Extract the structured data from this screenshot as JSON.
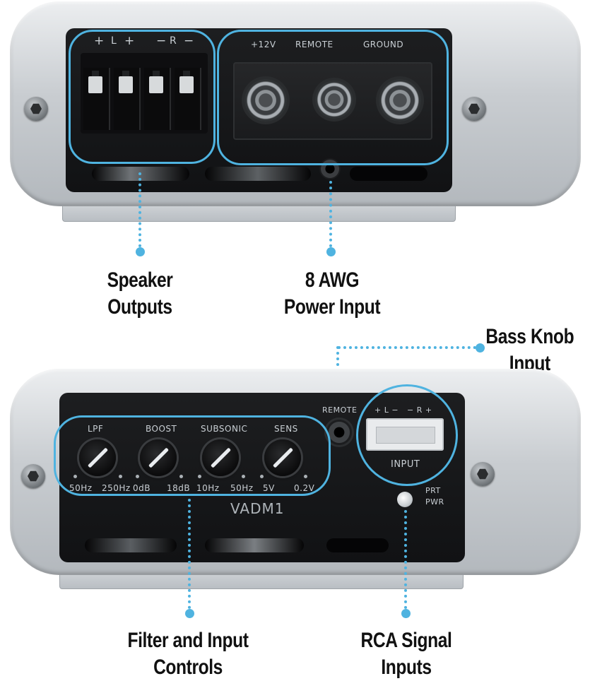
{
  "top_panel": {
    "speaker_terminals": {
      "pos_left": "+",
      "left": "L",
      "pos_left2": "+",
      "neg_right": "−",
      "right": "R",
      "neg_right2": "−"
    },
    "power_labels": {
      "v12": "+12V",
      "remote": "REMOTE",
      "ground": "GROUND"
    }
  },
  "bottom_panel": {
    "knobs": [
      {
        "label": "LPF",
        "min": "50Hz",
        "max": "250Hz"
      },
      {
        "label": "BOOST",
        "min": "0dB",
        "max": "18dB"
      },
      {
        "label": "SUBSONIC",
        "min": "10Hz",
        "max": "50Hz"
      },
      {
        "label": "SENS",
        "min": "5V",
        "max": "0.2V"
      }
    ],
    "model": "VADM1",
    "remote_label": "REMOTE",
    "input_pins": "+ L −   − R +",
    "input_label": "INPUT",
    "led_label_1": "PRT",
    "led_label_2": "PWR"
  },
  "callouts": {
    "speaker_outputs": [
      "Speaker",
      "Outputs"
    ],
    "power_input": [
      "8 AWG",
      "Power Input"
    ],
    "bass_knob": [
      "Bass Knob",
      "Input"
    ],
    "filter_controls": [
      "Filter and Input",
      "Controls"
    ],
    "rca_inputs": [
      "RCA Signal",
      "Inputs"
    ]
  },
  "colors": {
    "accent": "#4fb3e0",
    "panel": "#151618",
    "chassis": "#c9cdd1"
  }
}
